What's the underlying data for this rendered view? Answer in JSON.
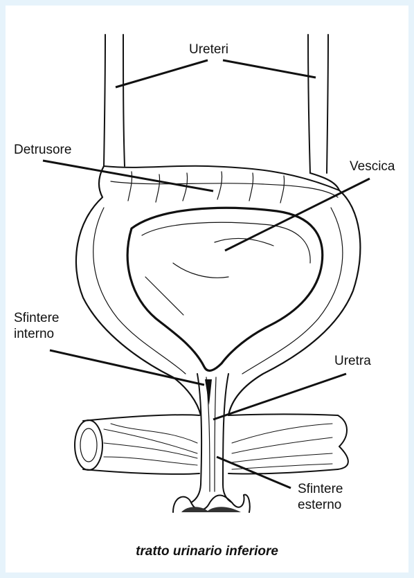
{
  "labels": {
    "ureters": "Ureteri",
    "detrusor": "Detrusore",
    "bladder": "Vescica",
    "internal_sphincter_line1": "Sfintere",
    "internal_sphincter_line2": "interno",
    "urethra": "Uretra",
    "external_sphincter_line1": "Sfintere",
    "external_sphincter_line2": "esterno"
  },
  "caption": "tratto urinario inferiore",
  "colors": {
    "background": "#e6f3fb",
    "panel": "#ffffff",
    "ink": "#111111"
  }
}
